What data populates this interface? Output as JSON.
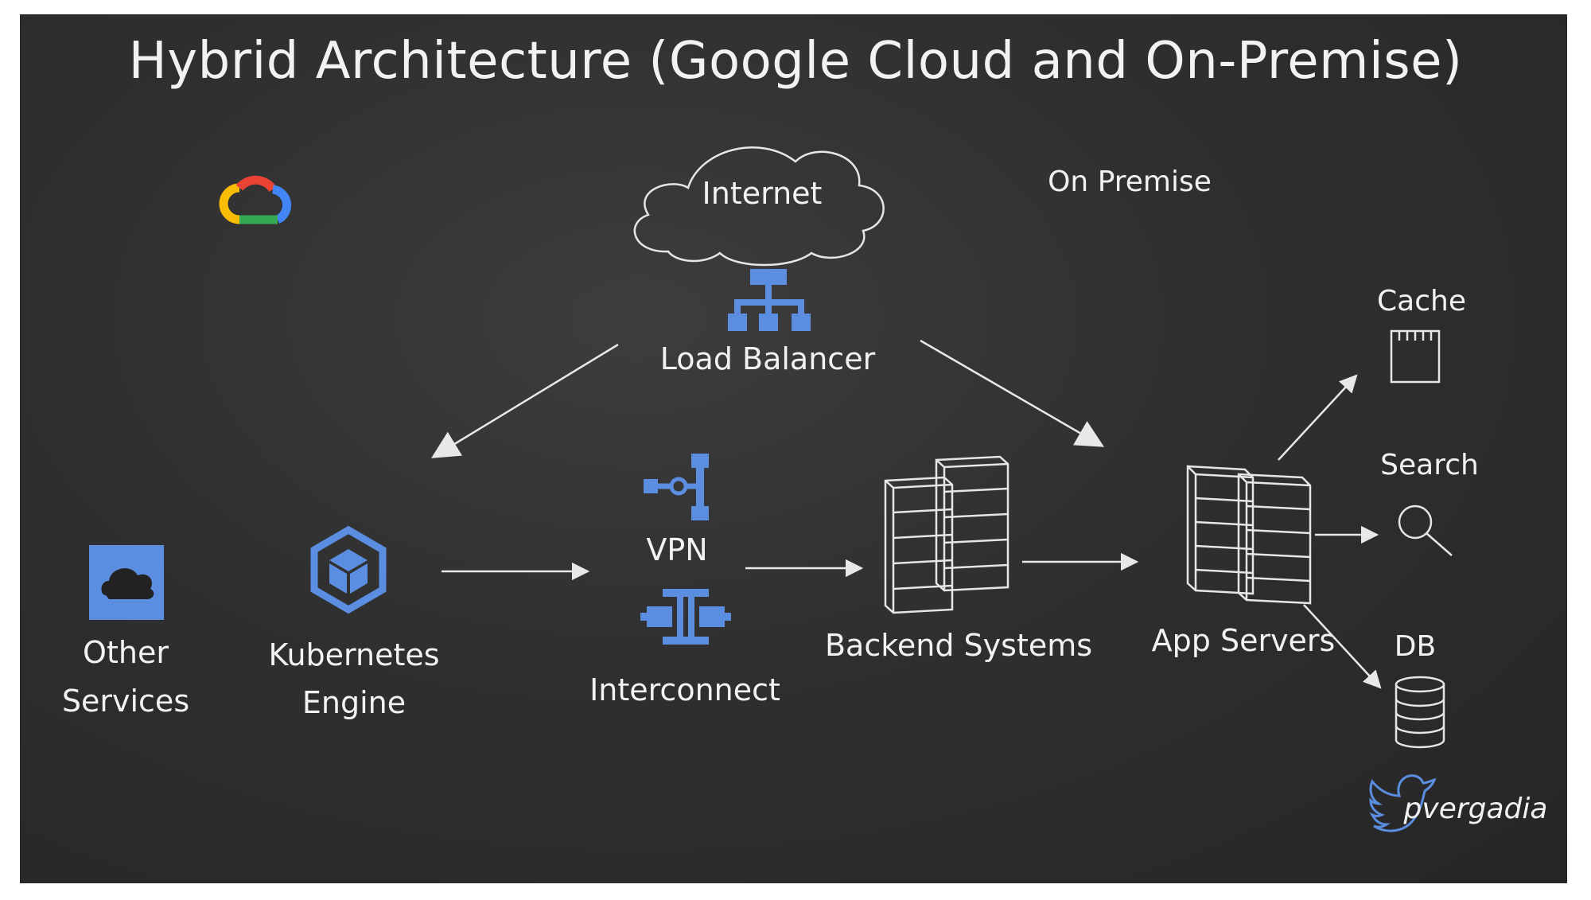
{
  "title": "Hybrid Architecture (Google Cloud and On-Premise)",
  "section_labels": {
    "on_premise": "On Premise"
  },
  "nodes": {
    "internet": "Internet",
    "load_balancer": "Load Balancer",
    "other_services": [
      "Other",
      "Services"
    ],
    "kubernetes_engine": [
      "Kubernetes",
      "Engine"
    ],
    "vpn": "VPN",
    "interconnect": "Interconnect",
    "backend_systems": "Backend Systems",
    "app_servers": "App Servers",
    "cache": "Cache",
    "search": "Search",
    "db": "DB"
  },
  "footer": {
    "handle": "pvergadia",
    "handle_icon": "twitter-bird-icon"
  },
  "colors": {
    "board": "#2f2f2f",
    "chalk": "#f2f2f2",
    "gcp_blue": "#5b8de0",
    "google_red": "#ea4335",
    "google_yellow": "#fbbc05",
    "google_green": "#34a853",
    "google_blue": "#4285f4"
  }
}
